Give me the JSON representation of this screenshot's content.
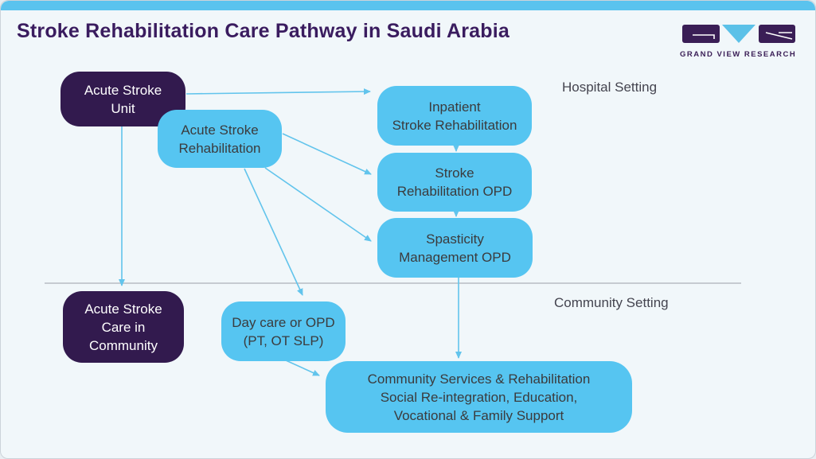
{
  "header": {
    "title": "Stroke Rehabilitation Care Pathway in Saudi Arabia",
    "logo_text": "GRAND VIEW RESEARCH"
  },
  "sections": {
    "hospital_label": "Hospital Setting",
    "community_label": "Community Setting"
  },
  "nodes": [
    {
      "id": "acute-stroke-unit",
      "label": "Acute Stroke\nUnit",
      "style": "dark"
    },
    {
      "id": "acute-stroke-rehabilitation",
      "label": "Acute Stroke\nRehabilitation",
      "style": "light"
    },
    {
      "id": "inpatient-stroke-rehabilitation",
      "label": "Inpatient\nStroke Rehabilitation",
      "style": "light"
    },
    {
      "id": "stroke-rehabilitation-opd",
      "label": "Stroke\nRehabilitation OPD",
      "style": "light"
    },
    {
      "id": "spasticity-management-opd",
      "label": "Spasticity\nManagement OPD",
      "style": "light"
    },
    {
      "id": "acute-stroke-care-in-community",
      "label": "Acute Stroke\nCare in\nCommunity",
      "style": "dark"
    },
    {
      "id": "day-care-or-opd",
      "label": "Day care or OPD\n(PT, OT SLP)",
      "style": "light"
    },
    {
      "id": "community-services",
      "label": "Community Services & Rehabilitation\nSocial Re-integration, Education,\nVocational & Family Support",
      "style": "light"
    }
  ],
  "edges": [
    {
      "from": "acute-stroke-unit",
      "to": "inpatient-stroke-rehabilitation"
    },
    {
      "from": "acute-stroke-unit",
      "to": "acute-stroke-care-in-community"
    },
    {
      "from": "acute-stroke-rehabilitation",
      "to": "stroke-rehabilitation-opd"
    },
    {
      "from": "acute-stroke-rehabilitation",
      "to": "spasticity-management-opd"
    },
    {
      "from": "acute-stroke-rehabilitation",
      "to": "day-care-or-opd"
    },
    {
      "from": "inpatient-stroke-rehabilitation",
      "to": "stroke-rehabilitation-opd"
    },
    {
      "from": "stroke-rehabilitation-opd",
      "to": "spasticity-management-opd"
    },
    {
      "from": "spasticity-management-opd",
      "to": "community-services"
    },
    {
      "from": "day-care-or-opd",
      "to": "community-services"
    }
  ],
  "colors": {
    "accent_blue": "#56c5f1",
    "brand_purple": "#321a4e",
    "title_purple": "#3a1c5f",
    "arrow_blue": "#62c4ec",
    "topbar_blue": "#5ac3ee",
    "background": "#f1f7fa",
    "divider_gray": "#c6cbd1"
  }
}
